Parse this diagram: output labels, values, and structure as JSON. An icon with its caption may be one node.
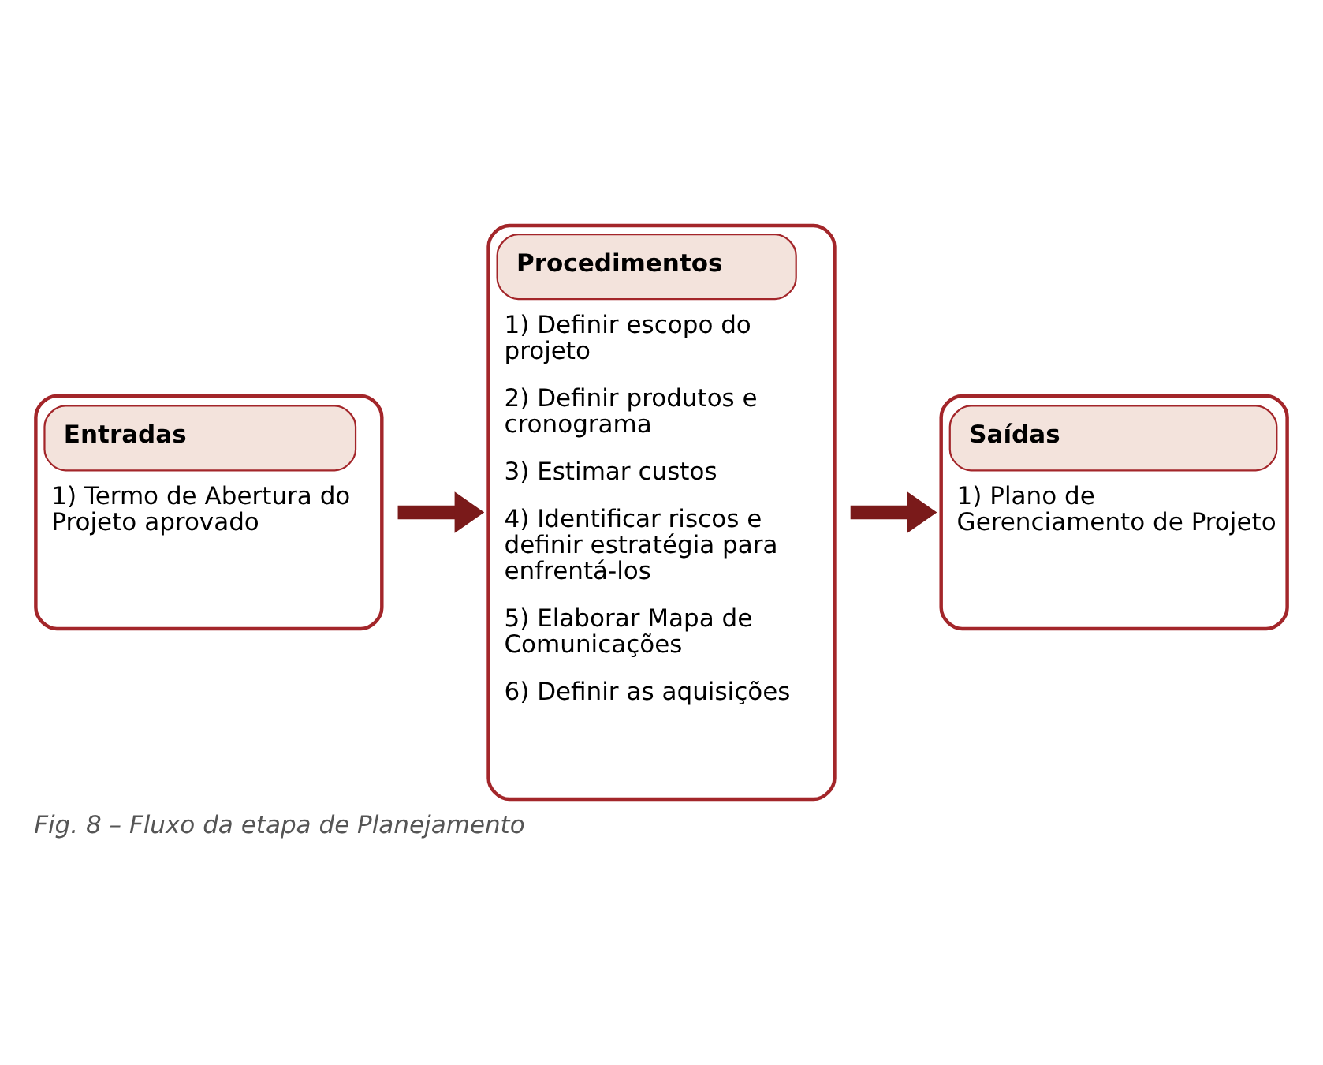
{
  "diagram": {
    "caption": "Fig. 8 – Fluxo da etapa de Planejamento",
    "nodes": [
      {
        "text": [
          "Entradas",
          "1) Termo de Abertura do Projeto aprovado"
        ]
      },
      {
        "text": [
          "Procedimentos",
          "1) Definir escopo do projeto",
          "2) Definir produtos e cronograma",
          "3) Estimar custos",
          "4) Identificar riscos e definir estratégia para enfrentá-los",
          "5) Elaborar Mapa de Comunicações",
          "6) Definir as aquisições"
        ]
      },
      {
        "text": [
          "Saídas",
          "1) Plano de Gerenciamento de Projeto"
        ]
      }
    ],
    "edges": [
      {
        "from": 0,
        "to": 1,
        "arrow": "to"
      },
      {
        "from": 1,
        "to": 2,
        "arrow": "to"
      }
    ]
  }
}
